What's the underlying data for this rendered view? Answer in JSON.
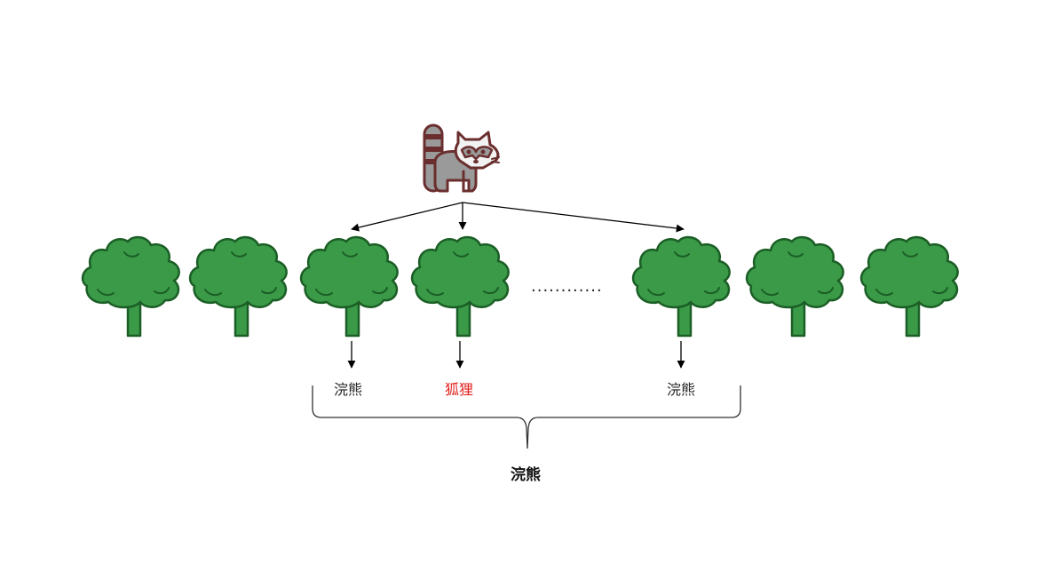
{
  "labels": {
    "leaf_1": "浣熊",
    "leaf_2": "狐狸",
    "leaf_3": "浣熊",
    "summary": "浣熊"
  },
  "ellipsis": "............",
  "icons": {
    "top_animal": "raccoon-icon",
    "node": "broccoli-tree-icon"
  },
  "colors": {
    "tree_fill": "#3a9a48",
    "tree_stroke": "#1b5e25",
    "highlight_text": "#e0201c",
    "raccoon_stroke": "#6b2e2e",
    "raccoon_fill": "#9a9a9a"
  }
}
